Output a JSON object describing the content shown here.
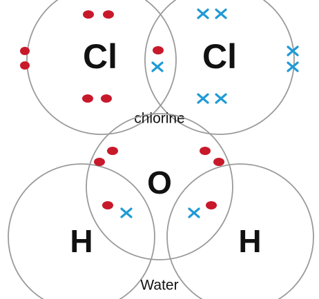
{
  "molecules": [
    {
      "name": "chlorine",
      "atoms": [
        {
          "symbol": "Cl"
        },
        {
          "symbol": "Cl"
        }
      ]
    },
    {
      "name": "Water",
      "atoms": [
        {
          "symbol": "O"
        },
        {
          "symbol": "H"
        },
        {
          "symbol": "H"
        }
      ]
    }
  ],
  "electron_key": {
    "dot_color": "#c8192b",
    "cross_color": "#1f9ad6"
  }
}
